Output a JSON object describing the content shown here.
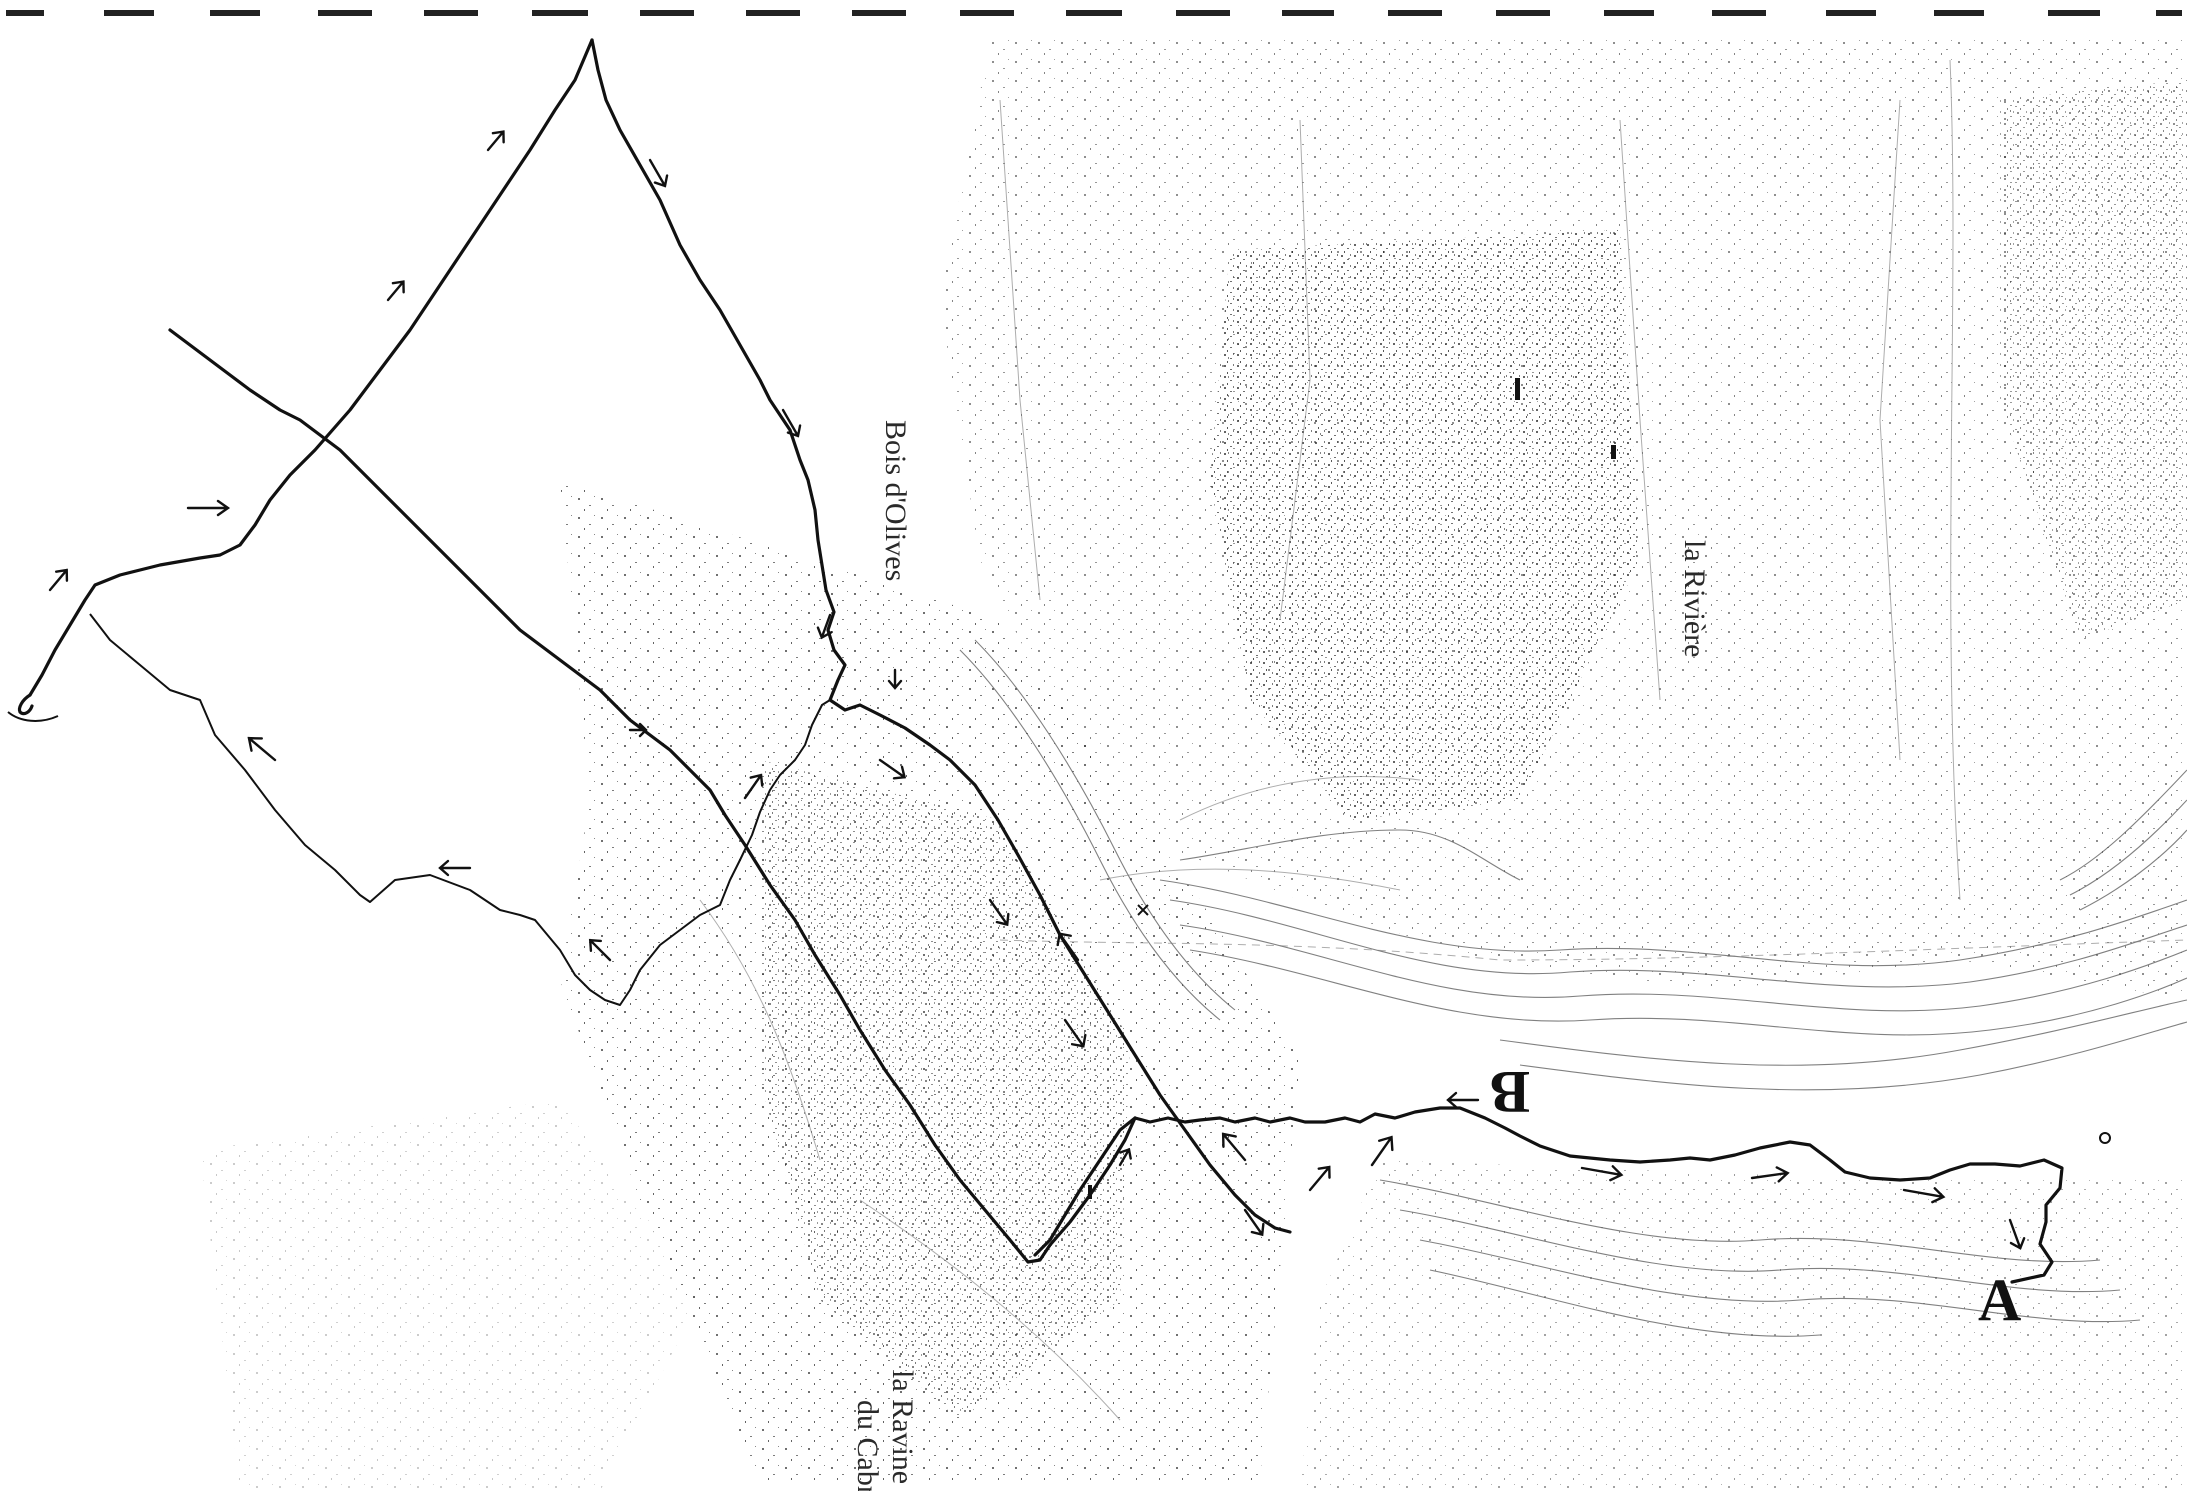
{
  "map": {
    "place_labels": {
      "bois_dolives": "Bois d'Olives",
      "la_riviere": "la Rivière",
      "la_ravine": "la Ravine",
      "du_cabri": "du Cabri"
    },
    "route_markers": {
      "start": "A",
      "turn": "B"
    },
    "colors": {
      "route": "#111111",
      "terrain": "#555555",
      "background": "#ffffff"
    },
    "route_direction_arrows": 27
  }
}
